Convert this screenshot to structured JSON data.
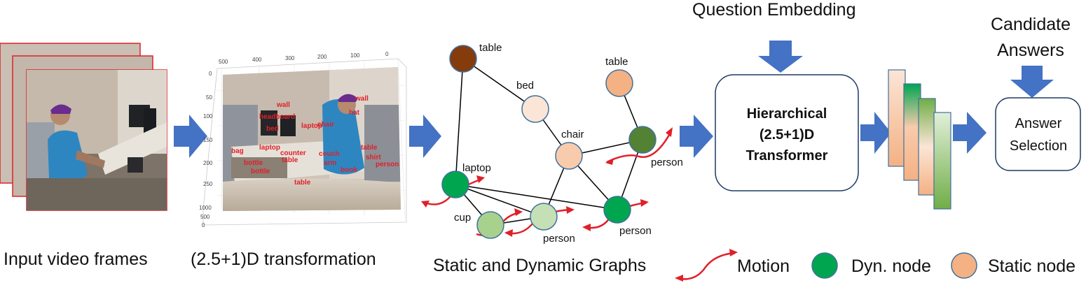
{
  "captions": {
    "input_frames": "Input video frames",
    "transformation": "(2.5+1)D transformation",
    "graphs": "Static and Dynamic Graphs",
    "question": "Question Embedding",
    "candidate_line1": "Candidate",
    "candidate_line2": "Answers"
  },
  "transformer": {
    "line1": "Hierarchical",
    "line2": "(2.5+1)D",
    "line3": "Transformer"
  },
  "answer_box": {
    "line1": "Answer",
    "line2": "Selection"
  },
  "axis_ticks": {
    "top": [
      "500",
      "400",
      "300",
      "200",
      "100",
      "0"
    ],
    "left": [
      "0",
      "50",
      "100",
      "150",
      "200",
      "250"
    ],
    "depth": [
      "1000",
      "500",
      "0"
    ]
  },
  "object_labels": [
    "wall",
    "wall",
    "headboard",
    "hat",
    "bed",
    "laptop",
    "bag",
    "bottle",
    "laptop",
    "counter",
    "table",
    "couch",
    "arm",
    "bottle",
    "table",
    "chair",
    "book",
    "shirt",
    "table",
    "person"
  ],
  "graph_nodes": {
    "table1": "table",
    "bed": "bed",
    "table2": "table",
    "chair": "chair",
    "person_right": "person",
    "laptop": "laptop",
    "cup": "cup",
    "person_bottom": "person",
    "person_lower_right": "person"
  },
  "legend": {
    "motion": "Motion",
    "dynamic": "Dyn. node",
    "static": "Static node"
  },
  "colors": {
    "arrow": "#4472c4",
    "motion": "#e0202a",
    "dynamic": "#00a550",
    "static": "#f4b183",
    "table_brown": "#843c0c",
    "bed_light": "#fbe5d6",
    "chair_peach": "#f8cbad",
    "person_dark": "#548235",
    "cup_green": "#a9d18e",
    "person_light": "#c5e0b4",
    "node_stroke": "#41719c",
    "frame_border": "#e0202a"
  }
}
